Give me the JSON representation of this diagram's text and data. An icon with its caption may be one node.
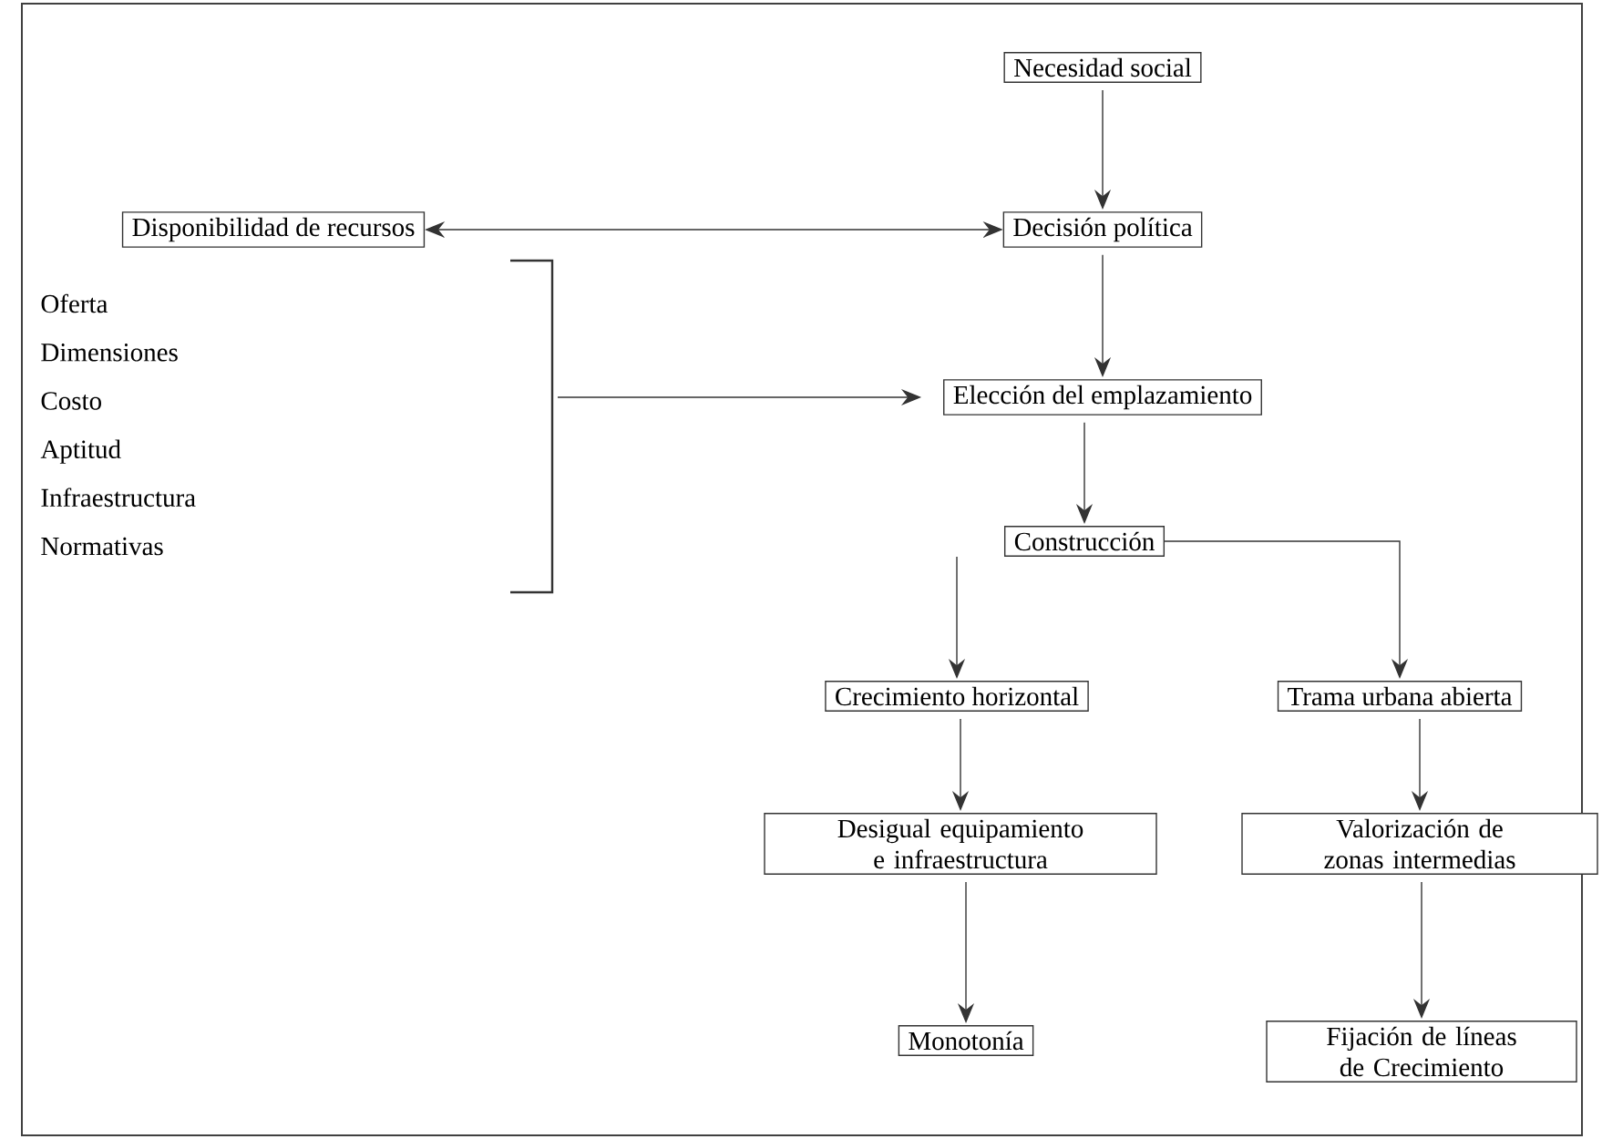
{
  "diagram": {
    "nodes": [
      {
        "text": [
          "Necesidad social"
        ]
      },
      {
        "text": [
          "Decisión política"
        ]
      },
      {
        "text": [
          "Elección del emplazamiento"
        ]
      },
      {
        "text": [
          "Construcción"
        ]
      },
      {
        "text": [
          "Crecimiento horizontal"
        ]
      },
      {
        "text": [
          "Trama urbana abierta"
        ]
      },
      {
        "text": [
          "Desigual equipamiento e infraestructura"
        ]
      },
      {
        "text": [
          "Valorización de zonas intermedias"
        ]
      },
      {
        "text": [
          "Monotonía"
        ]
      },
      {
        "text": [
          "Fijación de líneas de Crecimiento"
        ]
      },
      {
        "text": [
          "Disponibilidad de recursos"
        ]
      },
      {
        "text": [
          "Oferta",
          "Dimensiones",
          "Costo",
          "Aptitud",
          "Infraestructura",
          "Normativas"
        ]
      }
    ],
    "edges": [
      {
        "from": 0,
        "to": 1,
        "arrow": "to"
      },
      {
        "from": 10,
        "to": 1,
        "arrow": "both"
      },
      {
        "from": 1,
        "to": 2,
        "arrow": "to"
      },
      {
        "from": 11,
        "to": 2,
        "arrow": "to"
      },
      {
        "from": 2,
        "to": 3,
        "arrow": "to"
      },
      {
        "from": 3,
        "to": 4,
        "arrow": "to"
      },
      {
        "from": 3,
        "to": 5,
        "arrow": "to"
      },
      {
        "from": 4,
        "to": 6,
        "arrow": "to"
      },
      {
        "from": 5,
        "to": 7,
        "arrow": "to"
      },
      {
        "from": 6,
        "to": 8,
        "arrow": "to"
      },
      {
        "from": 7,
        "to": 9,
        "arrow": "to"
      }
    ]
  }
}
